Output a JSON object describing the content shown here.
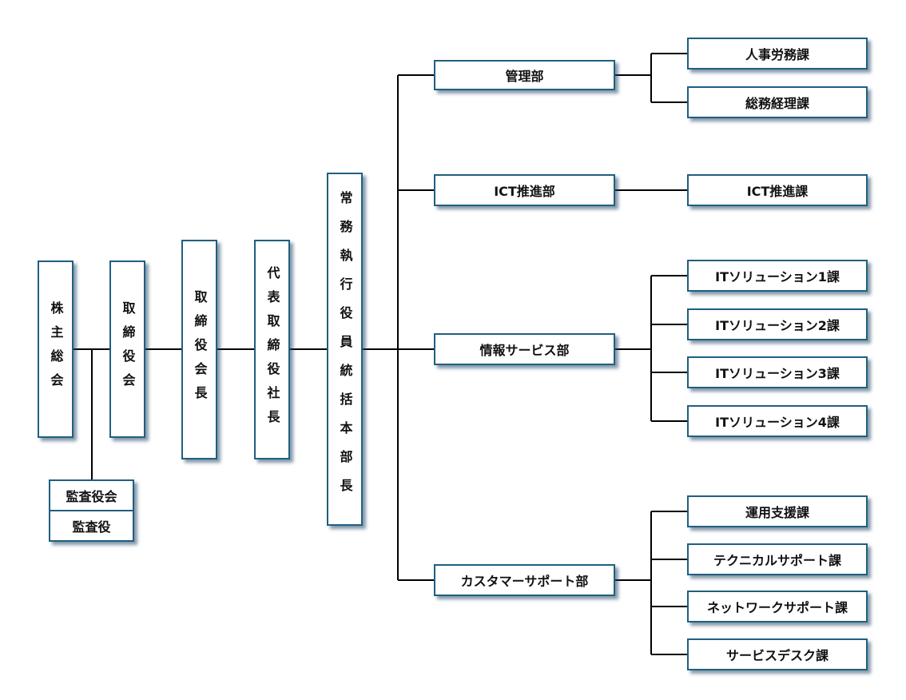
{
  "executive": {
    "shareholders": "株主総会",
    "board": "取締役会",
    "chairman": "取締役会長",
    "president": "代表取締役社長",
    "managing_director": "常務執行役員統括本部長",
    "audit_board": "監査役会",
    "auditor": "監査役"
  },
  "departments": [
    {
      "name": "管理部",
      "sections": [
        "人事労務課",
        "総務経理課"
      ]
    },
    {
      "name": "ICT推進部",
      "sections": [
        "ICT推進課"
      ]
    },
    {
      "name": "情報サービス部",
      "sections": [
        "ITソリューション1課",
        "ITソリューション2課",
        "ITソリューション3課",
        "ITソリューション4課"
      ]
    },
    {
      "name": "カスタマーサポート部",
      "sections": [
        "運用支援課",
        "テクニカルサポート課",
        "ネットワークサポート課",
        "サービスデスク課"
      ]
    }
  ],
  "colors": {
    "border": "#1f5f80",
    "line": "#000000"
  }
}
